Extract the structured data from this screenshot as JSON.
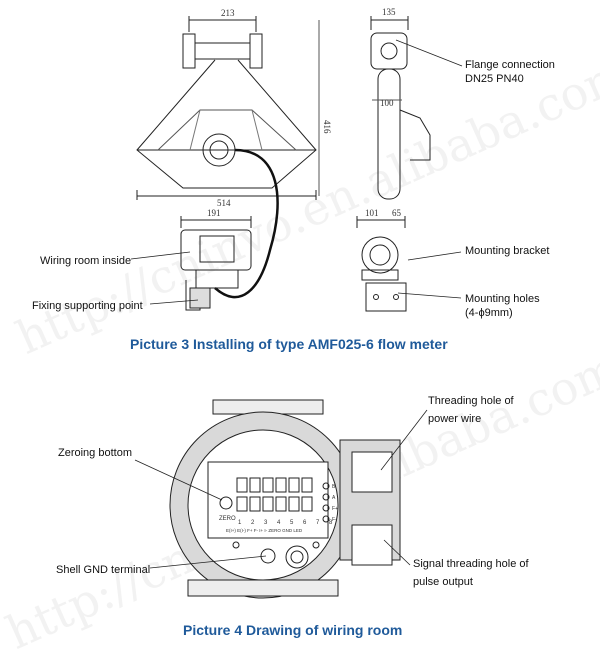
{
  "dimensions": {
    "top_width": "213",
    "side_width": "135",
    "overall_height": "416",
    "side_depth": "100",
    "base_width": "514",
    "wiring_room_width": "191",
    "bracket_a": "101",
    "bracket_b": "65"
  },
  "labels": {
    "flange_connection": "Flange connection",
    "flange_spec": "DN25  PN40",
    "wiring_room_inside": "Wiring room inside",
    "fixing_supporting_point": "Fixing supporting point",
    "mounting_bracket": "Mounting bracket",
    "mounting_holes": "Mounting holes",
    "mounting_holes_spec": "(4-ϕ9mm)",
    "threading_power_1": "Threading hole of",
    "threading_power_2": "power wire",
    "zeroing_bottom": "Zeroing bottom",
    "shell_gnd": "Shell GND terminal",
    "signal_thread_1": "Signal threading hole of",
    "signal_thread_2": "pulse output"
  },
  "captions": {
    "picture3": "Picture 3 Installing of type AMF025-6 flow meter",
    "picture4": "Picture 4 Drawing of wiring room"
  },
  "wiring_board": {
    "zero_label": "ZERO",
    "numbers": "1 2 3 4 5 6 7 8",
    "bottom_labels": "E(I+) E(I-) F+ F- I+ I- ZERO GND LED",
    "side_letters": [
      "B",
      "A",
      "F+",
      "F-"
    ]
  },
  "watermark": "http://cninvo.en.alibaba.com/",
  "colors": {
    "caption": "#1f5a9a",
    "line": "#222222",
    "shading": "#cfcfcf"
  }
}
